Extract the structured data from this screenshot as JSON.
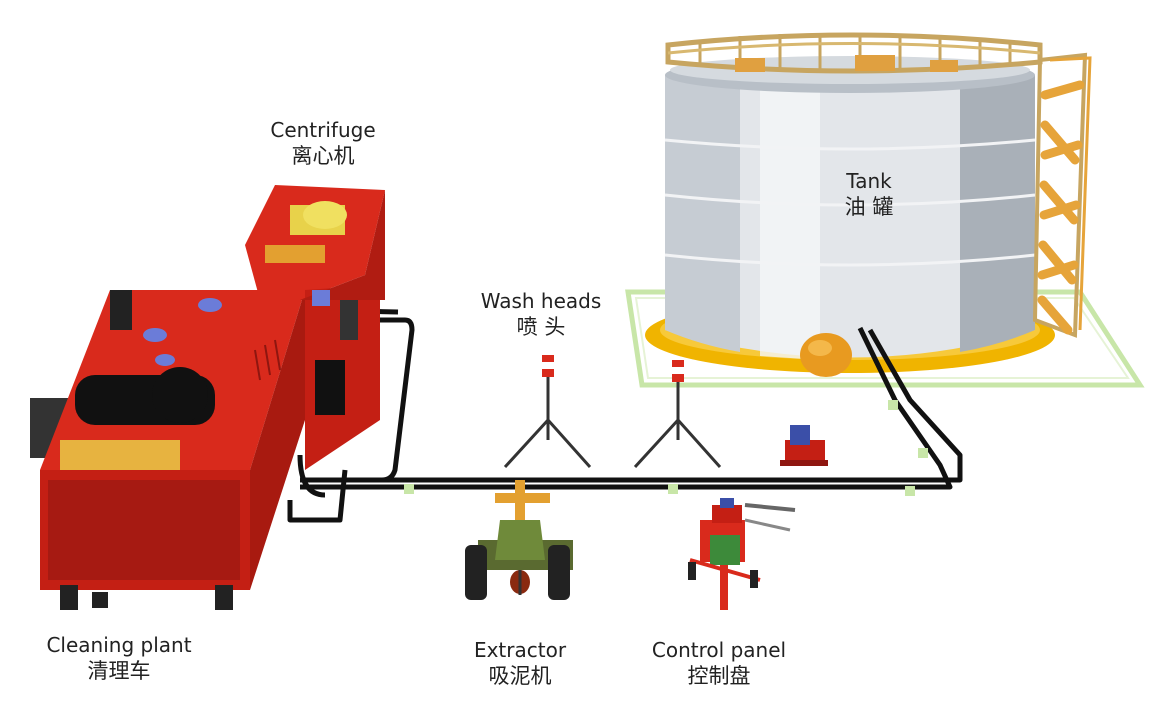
{
  "labels": {
    "centrifuge": {
      "en": "Centrifuge",
      "zh": "离心机"
    },
    "tank": {
      "en": "Tank",
      "zh": "油 罐"
    },
    "wash_heads": {
      "en": "Wash heads",
      "zh": "喷 头"
    },
    "cleaning_plant": {
      "en": "Cleaning plant",
      "zh": "清理车"
    },
    "extractor": {
      "en": "Extractor",
      "zh": "吸泥机"
    },
    "control_panel": {
      "en": "Control panel",
      "zh": "控制盘"
    }
  },
  "colors": {
    "plant_red": "#d92a1c",
    "plant_dark": "#8e1610",
    "tank_body": "#e3e6ea",
    "tank_shadow": "#a9b0b8",
    "tank_rail": "#c7a560",
    "ladder": "#e6a43a",
    "tank_base": "#f0b400",
    "pipe": "#111111",
    "foundation": "#c8e6a8",
    "sludge": "#e89a20",
    "extractor_green": "#6f8a3a",
    "control_green": "#3d8a3a"
  }
}
